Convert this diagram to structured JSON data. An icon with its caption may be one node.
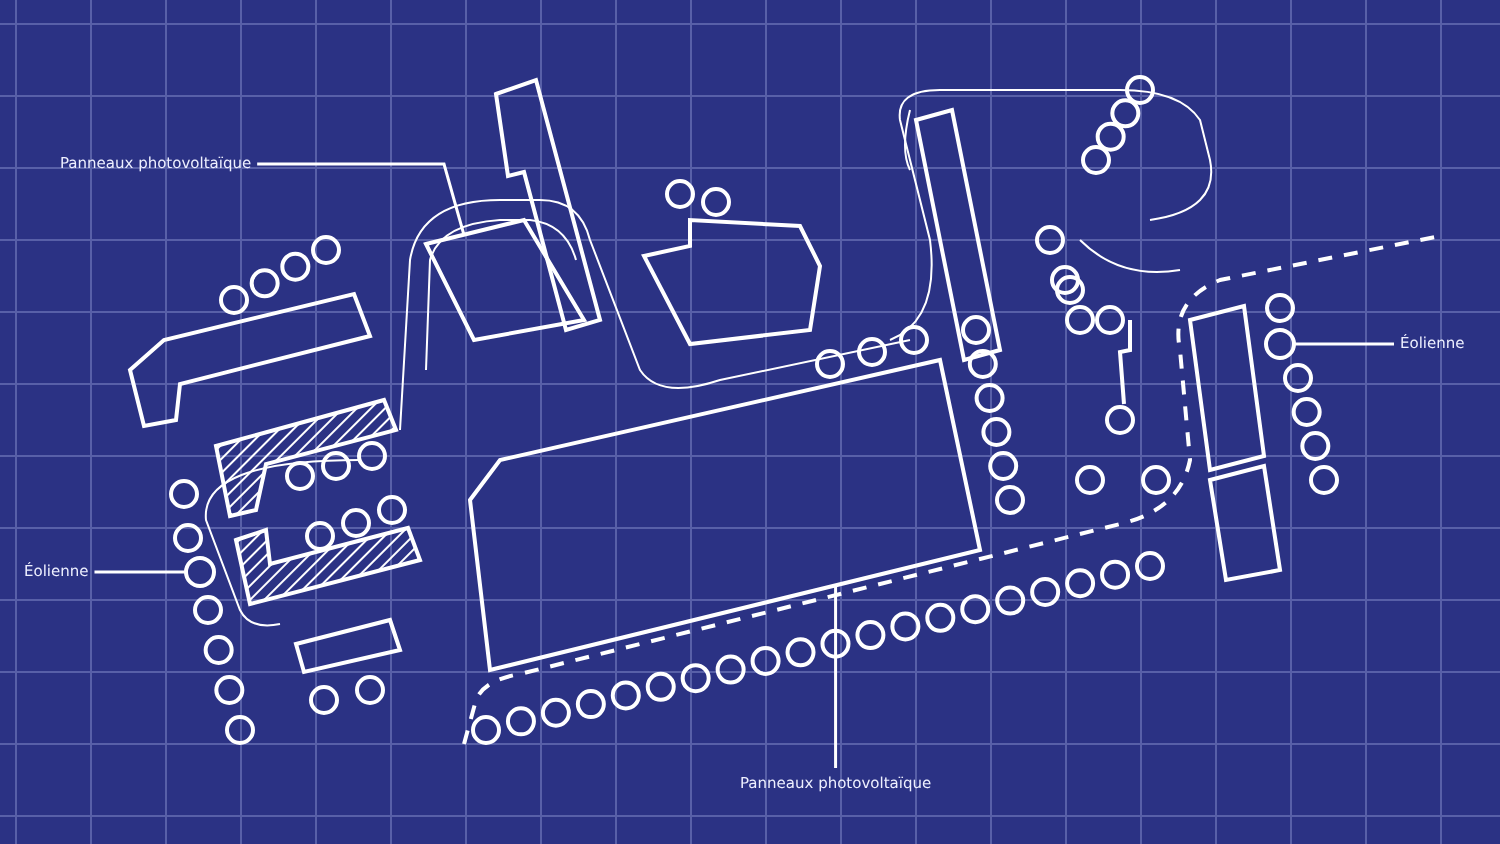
{
  "diagram": {
    "nodes": [
      {
        "text": [
          "Panneaux photovoltaïque"
        ]
      },
      {
        "text": [],
        "shape": "box"
      },
      {
        "text": [
          "Éolienne"
        ]
      },
      {
        "text": [],
        "shape": "circle"
      },
      {
        "text": [
          "Éolienne"
        ]
      },
      {
        "text": [],
        "shape": "circle"
      },
      {
        "text": [
          "Panneaux photovoltaïque"
        ]
      },
      {
        "text": [],
        "shape": "box"
      }
    ],
    "edges": [
      {
        "from": 0,
        "to": 1,
        "arrow": "none"
      },
      {
        "from": 2,
        "to": 3,
        "arrow": "none"
      },
      {
        "from": 4,
        "to": 5,
        "arrow": "none"
      },
      {
        "from": 6,
        "to": 7,
        "arrow": "none"
      }
    ]
  }
}
